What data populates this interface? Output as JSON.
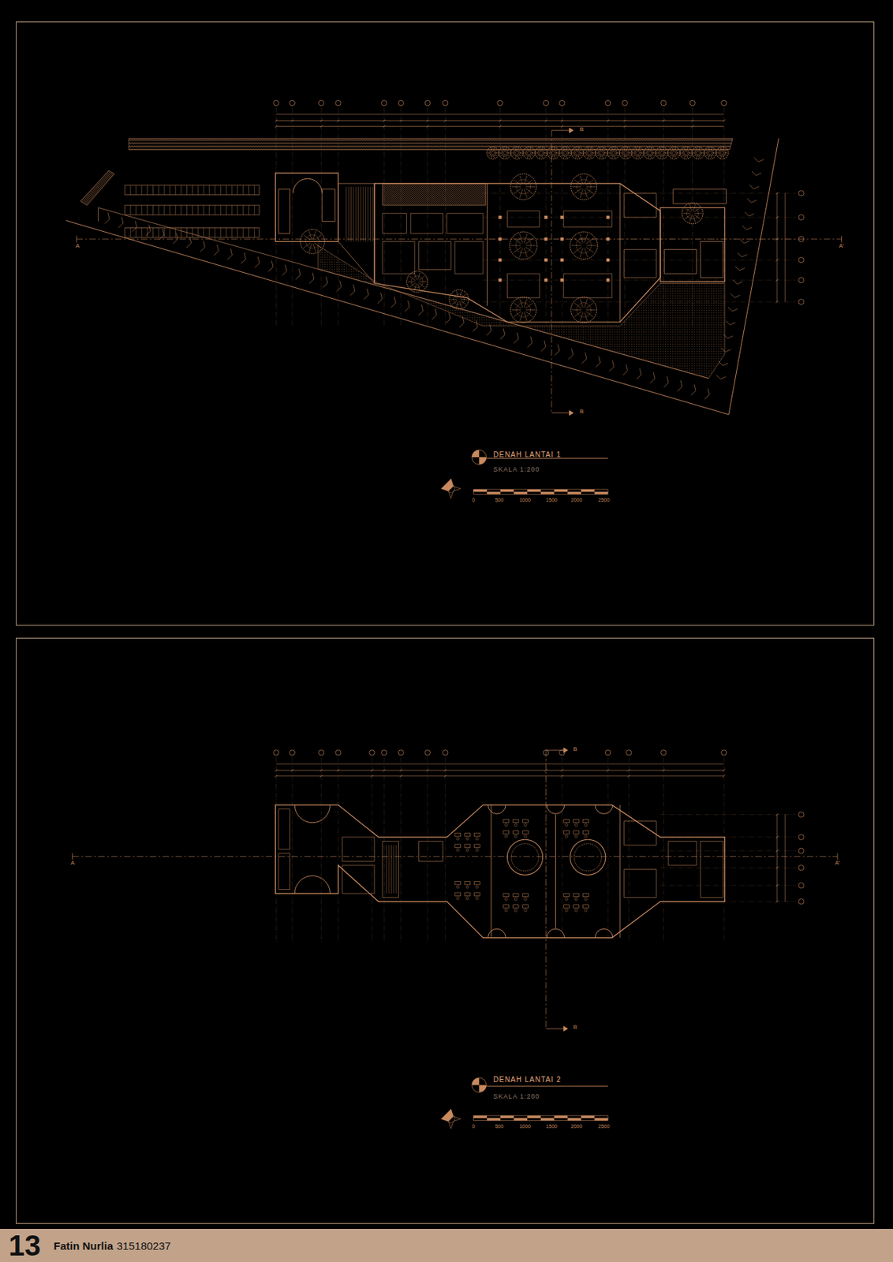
{
  "diagram": {
    "nodes": [
      {
        "text": [
          "DENAH LANTAI 1",
          "SKALA 1:200"
        ]
      },
      {
        "text": [
          "DENAH LANTAI 2",
          "SKALA 1:200"
        ]
      },
      {
        "text": [
          "13",
          "Fatin Nurlia",
          "315180237"
        ]
      }
    ],
    "labels": [
      "A",
      "A'",
      "B",
      "B",
      "0",
      "500",
      "1000",
      "1500",
      "2000",
      "2500",
      "A",
      "A'",
      "B",
      "B",
      "0",
      "500",
      "1000",
      "1500",
      "2000",
      "2500"
    ]
  }
}
